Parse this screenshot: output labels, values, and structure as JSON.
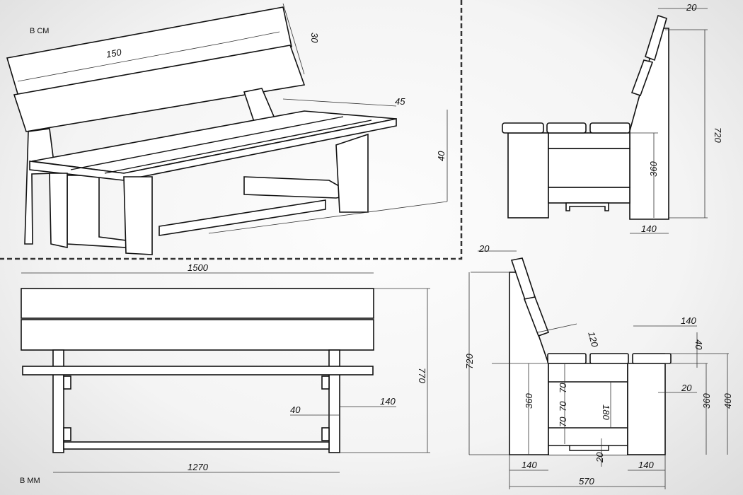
{
  "iso_view": {
    "unit_label": "В СМ",
    "dims": {
      "length": "150",
      "back_height": "30",
      "depth": "45",
      "height": "40"
    }
  },
  "side_view_top": {
    "dims": {
      "back_thickness": "20",
      "total_height": "720",
      "seat_height": "360",
      "leg_width": "140"
    }
  },
  "front_view": {
    "unit_label": "В ММ",
    "dims": {
      "length": "1500",
      "height": "770",
      "leg_offset": "140",
      "leg_width": "40",
      "inner_length": "1270"
    }
  },
  "side_view_bottom": {
    "dims": {
      "back_thickness": "20",
      "total_height": "720",
      "back_board": "120",
      "slat_width": "140",
      "slat_thickness": "40",
      "rail_top": "70",
      "rail_mid": "70",
      "rail_low": "70",
      "rail_span": "180",
      "leg_height_left": "360",
      "leg_height_right": "360",
      "seat_height": "400",
      "leg_thickness": "20",
      "bottom_gap": "20",
      "leg_left_width": "140",
      "leg_right_width": "140",
      "total_depth": "570"
    }
  }
}
